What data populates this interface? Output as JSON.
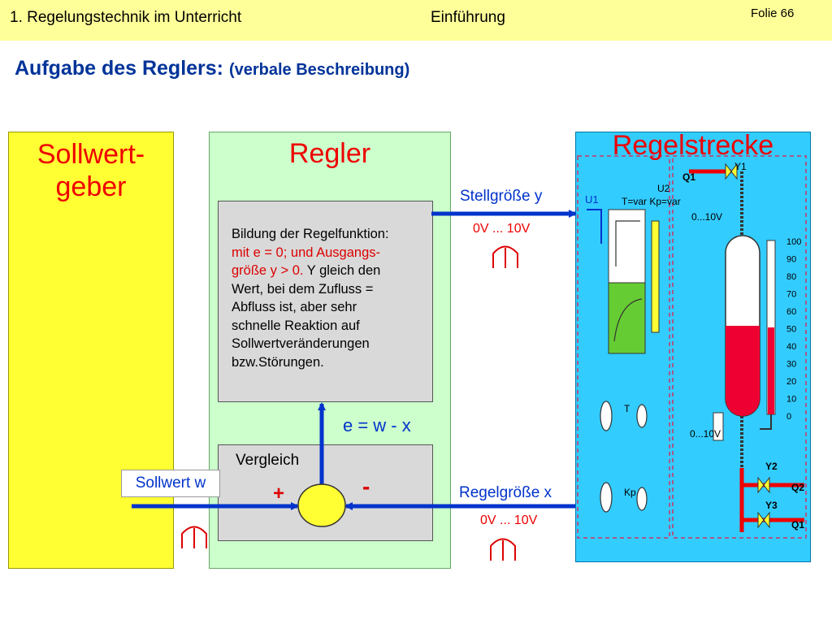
{
  "header": {
    "left": "1. Regelungstechnik im Unterricht",
    "middle": "Einführung",
    "right": "Folie 66",
    "color": "#ffff99"
  },
  "page_title": {
    "main": "Aufgabe des Reglers:",
    "sub": "(verbale Beschreibung)"
  },
  "sollwertgeber": {
    "title_line1": "Sollwert-",
    "title_line2": "geber",
    "color": "#ffff33"
  },
  "regler": {
    "title": "Regler",
    "color": "#ccffcc",
    "function_box": {
      "line1": "Bildung der Regelfunktion:",
      "line2": "mit e = 0; und Ausgangs-",
      "line3a": "größe y > 0.",
      "line3b": " Y gleich den",
      "line4": "Wert, bei dem Zufluss =",
      "line5": "Abfluss ist, aber sehr",
      "line6": "schnelle Reaktion auf",
      "line7": "Sollwertveränderungen",
      "line8": "bzw.Störungen."
    },
    "vergleich": "Vergleich",
    "plus": "+",
    "minus": "-",
    "error_label": "e = w - x"
  },
  "signals": {
    "sollwert_w": "Sollwert w",
    "stellgroesse": "Stellgröße y",
    "stell_range": "0V ... 10V",
    "regelgroesse": "Regelgröße x",
    "regel_range": "0V ... 10V"
  },
  "regelstrecke": {
    "title": "Regelstrecke",
    "color": "#33ccff",
    "labels": {
      "q1_top": "Q1",
      "y1": "Y1",
      "u1": "U1",
      "u2": "U2",
      "t_kp": "T=var Kp=var",
      "range_top": "0...10V",
      "range_bottom": "0...10V",
      "t_knob": "T",
      "kp_knob": "Kp",
      "y2": "Y2",
      "y3": "Y3",
      "q2": "Q2",
      "q1_bottom": "Q1"
    },
    "scale": [
      "100",
      "90",
      "80",
      "70",
      "60",
      "50",
      "40",
      "30",
      "20",
      "10",
      "0"
    ],
    "fill_level_percent": 50
  }
}
